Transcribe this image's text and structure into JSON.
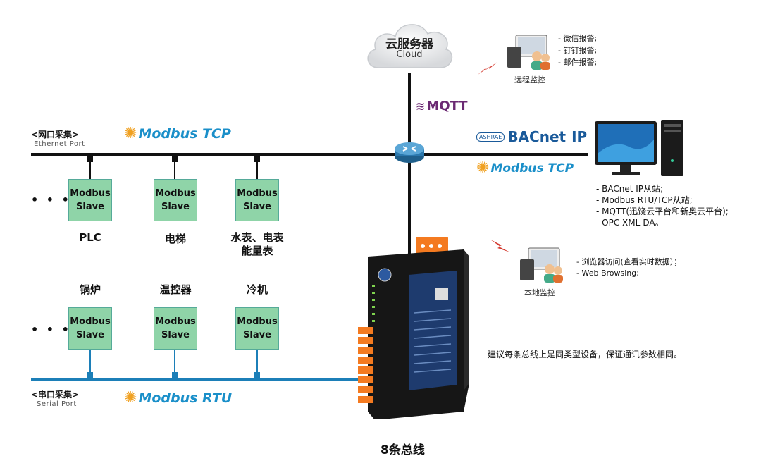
{
  "cloud": {
    "title": "云服务器",
    "subtitle": "Cloud"
  },
  "mqtt_label": "MQTT",
  "remote": {
    "label": "远程监控",
    "items": [
      "- 微信报警;",
      "- 钉钉报警;",
      "- 邮件报警;"
    ]
  },
  "ethernet": {
    "title": "<网口采集>",
    "subtitle": "Ethernet Port",
    "protocol": "Modbus TCP"
  },
  "serial": {
    "title": "<串口采集>",
    "subtitle": "Serial Port",
    "protocol": "Modbus RTU"
  },
  "bacnet_label": "BACnet",
  "bacnet_ip": "IP",
  "right_modbus_tcp": "Modbus TCP",
  "pc_features": [
    "- BACnet IP从站;",
    "- Modbus RTU/TCP从站;",
    "- MQTT(迅饶云平台和新奥云平台);",
    "- OPC XML-DA。"
  ],
  "local": {
    "label": "本地监控",
    "items": [
      "- 浏览器访问(查看实时数据）；",
      "- Web Browsing;"
    ]
  },
  "slave_line1": "Modbus",
  "slave_line2": "Slave",
  "ellipsis": "• • •",
  "top_devices": [
    "PLC",
    "电梯",
    "水表、电表\n能量表"
  ],
  "bottom_devices": [
    "锅炉",
    "温控器",
    "冷机"
  ],
  "note": "建议每条总线上是同类型设备，保证通讯参数相同。",
  "bus_caption": "8条总线",
  "colors": {
    "rtu_bus": "#1c7fb8",
    "slave_fill": "#8fd4a8",
    "protocol_blue": "#1a8fc9",
    "mqtt_purple": "#6b2a73"
  }
}
